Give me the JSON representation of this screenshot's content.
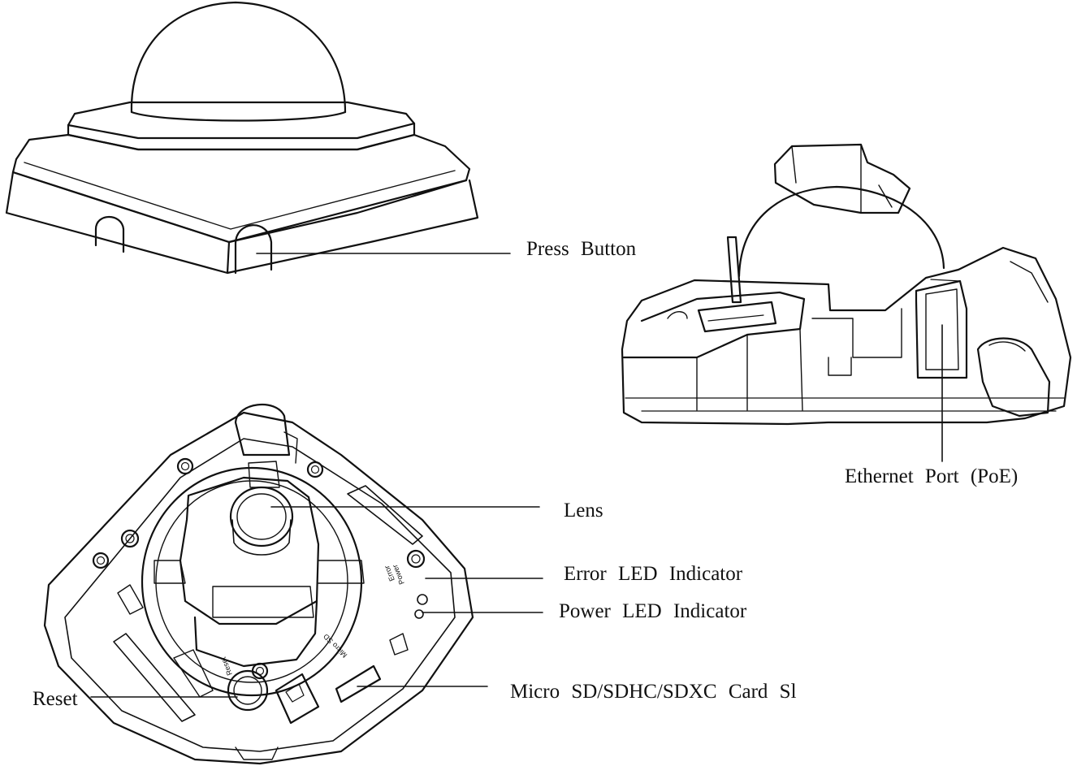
{
  "labels": {
    "press_button": "Press Button",
    "ethernet_port": "Ethernet Port (PoE)",
    "lens": "Lens",
    "error_led": "Error LED Indicator",
    "power_led": "Power LED Indicator",
    "micro_sd_slot": "Micro SD/SDHC/SDXC Card Sl",
    "reset": "Reset"
  },
  "board_text": {
    "power": "Power",
    "error": "Error",
    "micro_sd": "Micro SD",
    "reset": "Reset"
  }
}
